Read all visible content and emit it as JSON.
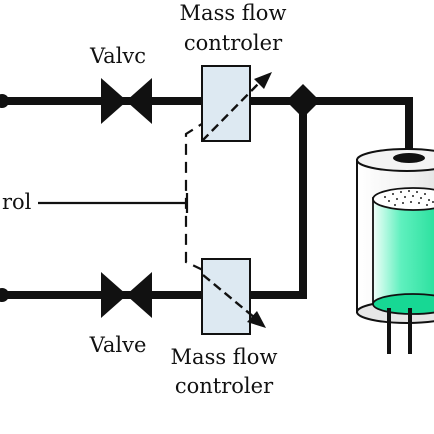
{
  "diagram": {
    "labels": {
      "valve_top": "Valvc",
      "valve_bottom": "Valve",
      "mfc_top_line1": "Mass flow",
      "mfc_top_line2": "controler",
      "mfc_bottom_line1": "Mass flow",
      "mfc_bottom_line2": "controler",
      "control_partial": "rol"
    },
    "colors": {
      "line": "#111111",
      "box_fill": "#dde9f2",
      "vessel_outer": "#eeeeee",
      "liquid": "#2ee6a6",
      "liquid_top": "#ffffff"
    },
    "icons": [
      "valve-icon",
      "valve-icon",
      "mass-flow-controller-icon",
      "mass-flow-controller-icon",
      "junction-diamond-icon",
      "vessel-icon"
    ]
  }
}
